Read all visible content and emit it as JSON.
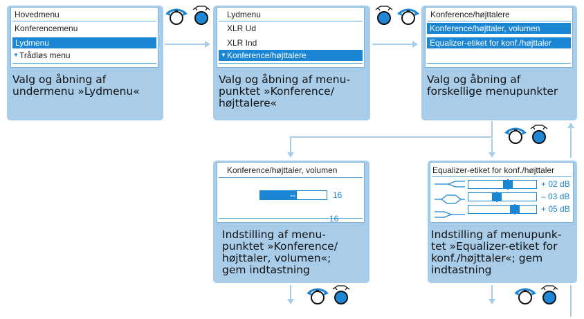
{
  "colors": {
    "panel": "#a9cde9",
    "highlight": "#1a86d4",
    "arrow": "#a9cde9",
    "knob_blue": "#1e88d6"
  },
  "panel1": {
    "items": [
      "Hovedmenu",
      "Konferencemenu",
      "Lydmenu",
      "Trådløs menu"
    ],
    "caption": "Valg og åbning af\nundermenu »Lydmenu«"
  },
  "panel2": {
    "items": [
      "Lydmenu",
      "XLR Ud",
      "XLR Ind",
      "Konference/højttalere"
    ],
    "caption": "Valg og åbning af menu-\npunktet »Konference/\nhøjttalere«"
  },
  "panel3": {
    "items": [
      "Konference/højttalere",
      "Konference/højttaler, volumen",
      "Equalizer-etiket for konf./højttaler"
    ],
    "caption": "Valg og åbning af\nforskellige menupunkter"
  },
  "panel4": {
    "title": "Konference/højttaler, volumen",
    "value": "16",
    "footer_value": "16",
    "caption": "Indstilling af menu-\npunktet »Konference/\nhøjttaler, volumen«;\ngem indtastning"
  },
  "panel5": {
    "title": "Equalizer-etiket for konf./højttaler",
    "bands": [
      "+ 02 dB",
      "– 03 dB",
      "+ 05 dB"
    ],
    "caption": "Indstilling af menupunk-\ntet »Equalizer-etiket for\nkonf./højttaler«; gem\nindtastning"
  },
  "icons": [
    "rotate-knob-icon",
    "press-knob-icon",
    "arrow-right-icon",
    "arrow-down-icon",
    "arrow-up-icon",
    "scroll-indicator-icon"
  ]
}
